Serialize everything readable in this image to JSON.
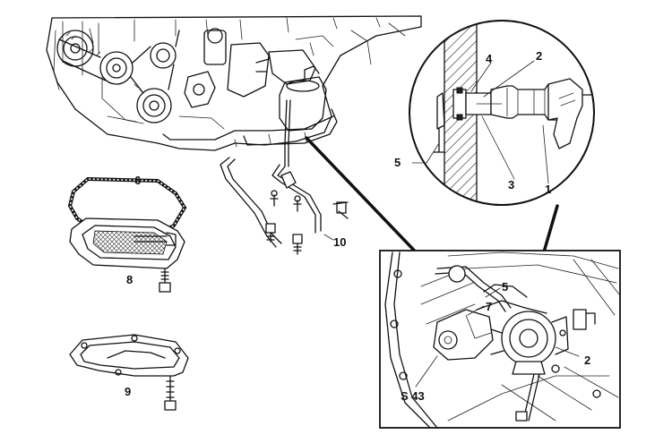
{
  "callouts": {
    "c1": "1",
    "c2": "2",
    "c3": "3",
    "c4": "4",
    "c5": "5",
    "c6": "6",
    "c7": "7",
    "c8": "8",
    "c9": "9",
    "c10": "10",
    "c5b": "5",
    "c2b": "2",
    "s43": "S 43"
  }
}
